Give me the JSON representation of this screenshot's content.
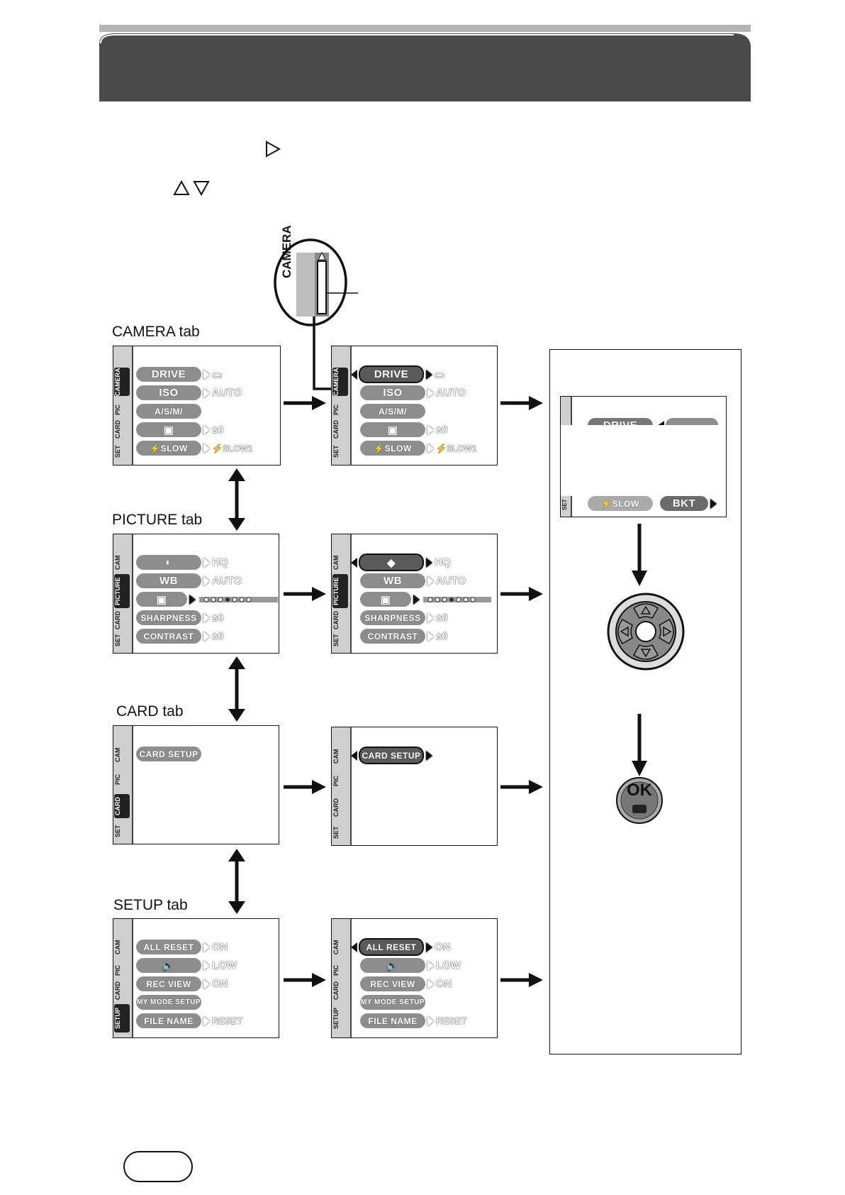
{
  "header": {
    "title": ""
  },
  "instructions": {
    "step1_icon": "right-triangle-icon",
    "step2_icons": [
      "up-triangle-icon",
      "down-triangle-icon"
    ]
  },
  "callout": {
    "label": "CAMERA"
  },
  "tabs": {
    "camera": {
      "label": "CAMERA tab"
    },
    "picture": {
      "label": "PICTURE tab"
    },
    "card": {
      "label": "CARD tab"
    },
    "setup": {
      "label": "SETUP tab"
    }
  },
  "side_tabs": {
    "camera_screen": [
      "CAMERA",
      "PIC",
      "CARD",
      "SET"
    ],
    "picture_screen": [
      "CAM",
      "PICTURE",
      "CARD",
      "SET"
    ],
    "card_screen": [
      "CAM",
      "PIC",
      "CARD",
      "SET"
    ],
    "setup_screen": [
      "CAM",
      "PIC",
      "CARD",
      "SETUP"
    ]
  },
  "menus": {
    "camera": [
      {
        "item": "DRIVE",
        "value": "▭"
      },
      {
        "item": "ISO",
        "value": "AUTO"
      },
      {
        "item": "A/S/M/",
        "value": ""
      },
      {
        "item": "",
        "value": "±0"
      },
      {
        "item": "⚡SLOW",
        "value": "⚡SLOW1"
      }
    ],
    "picture": [
      {
        "item": "",
        "value": "HQ"
      },
      {
        "item": "WB",
        "value": "AUTO"
      },
      {
        "item": "",
        "value": ""
      },
      {
        "item": "SHARPNESS",
        "value": "±0"
      },
      {
        "item": "CONTRAST",
        "value": "±0"
      }
    ],
    "card": [
      {
        "item": "CARD SETUP",
        "value": ""
      }
    ],
    "setup": [
      {
        "item": "ALL RESET",
        "value": "ON"
      },
      {
        "item": "",
        "value": "LOW"
      },
      {
        "item": "REC VIEW",
        "value": "ON"
      },
      {
        "item": "MY MODE SETUP",
        "value": ""
      },
      {
        "item": "FILE NAME",
        "value": "RESET"
      }
    ]
  },
  "submenu": {
    "top_item": "DRIVE",
    "bottom_left": "⚡SLOW",
    "bottom_right": "BKT",
    "side_tab": "SET"
  },
  "controls": {
    "dpad": "arrow-pad-icon",
    "ok_label": "OK"
  },
  "footer": {
    "page_number": ""
  }
}
